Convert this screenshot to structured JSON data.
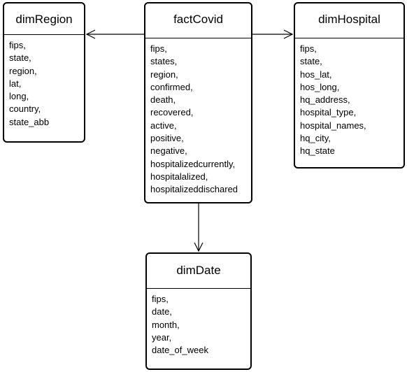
{
  "entities": {
    "region": {
      "title": "dimRegion",
      "fields": [
        "fips,",
        "state,",
        "region,",
        "lat,",
        "long,",
        "country,",
        "state_abb"
      ]
    },
    "fact": {
      "title": "factCovid",
      "fields": [
        "fips,",
        "states,",
        "region,",
        "confirmed,",
        "death,",
        "recovered,",
        "active,",
        "positive,",
        "negative,",
        "hospitalizedcurrently,",
        "hospitalalized,",
        "hospitalizeddischared"
      ]
    },
    "hospital": {
      "title": "dimHospital",
      "fields": [
        "fips,",
        "state,",
        "hos_lat,",
        "hos_long,",
        "hq_address,",
        "hospital_type,",
        "hospital_names,",
        "hq_city,",
        "hq_state"
      ]
    },
    "date": {
      "title": "dimDate",
      "fields": [
        "fips,",
        "date,",
        "month,",
        "year,",
        "date_of_week"
      ]
    }
  },
  "relationships": [
    {
      "from": "factCovid",
      "to": "dimRegion"
    },
    {
      "from": "factCovid",
      "to": "dimHospital"
    },
    {
      "from": "factCovid",
      "to": "dimDate"
    }
  ]
}
